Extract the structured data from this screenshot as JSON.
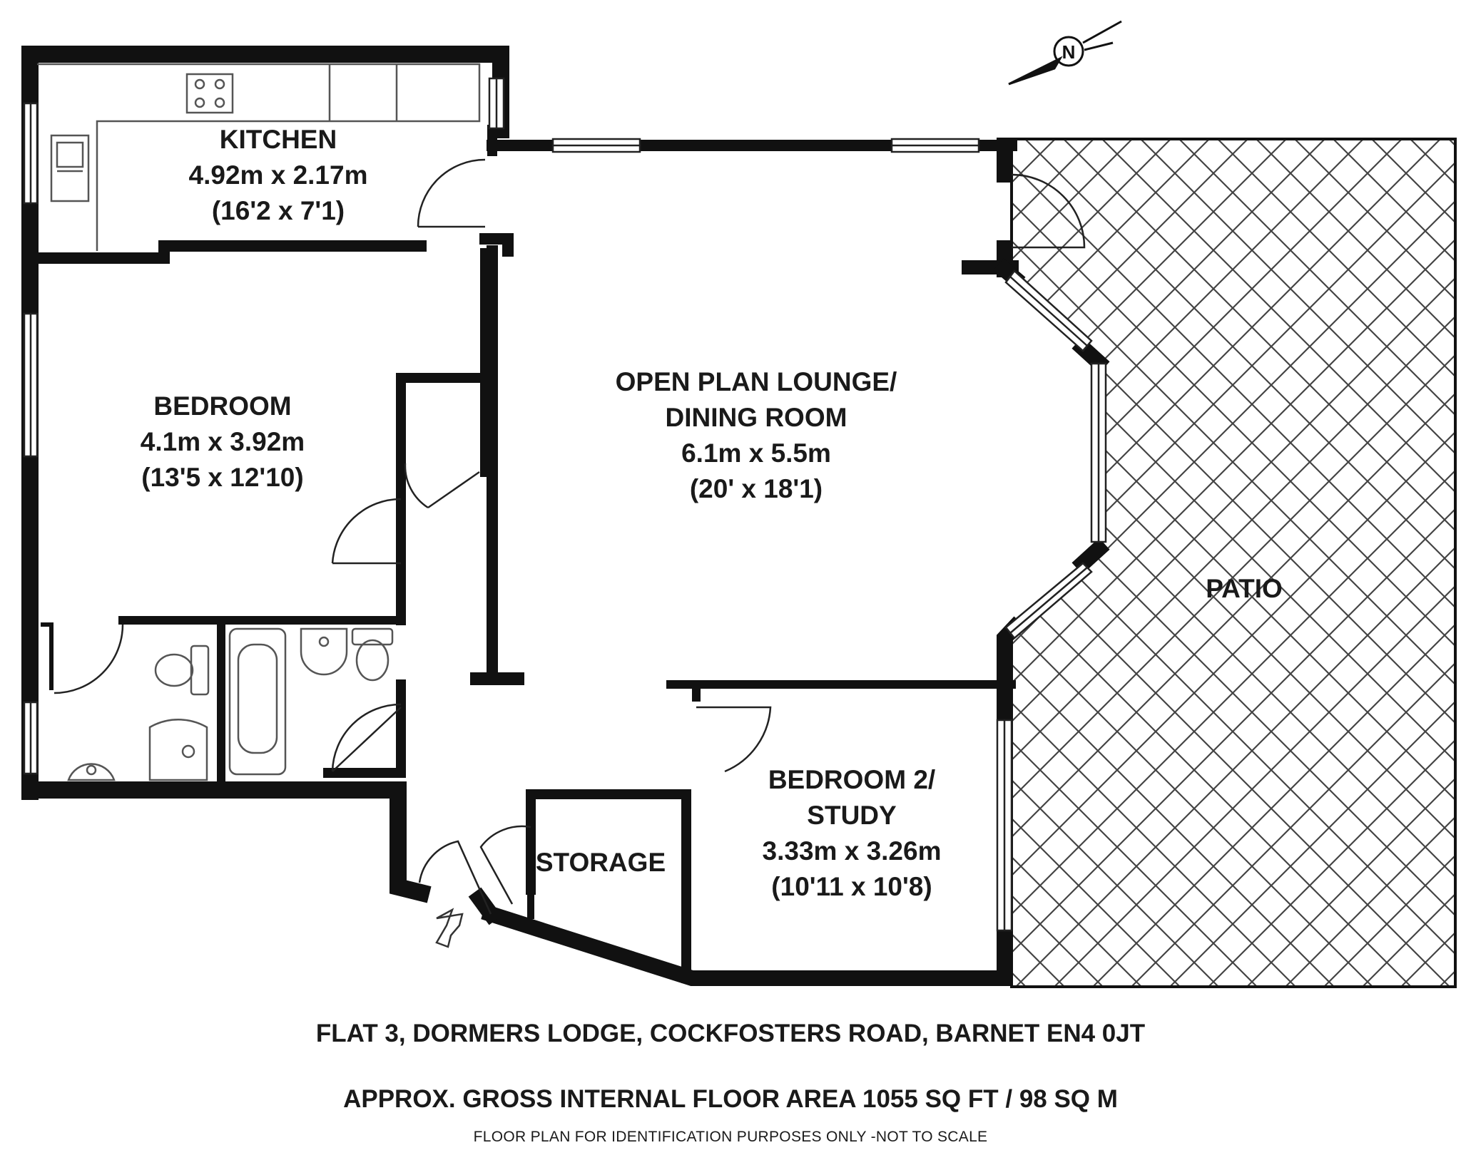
{
  "compass": {
    "letter": "N",
    "icon": "north-arrow-icon"
  },
  "rooms": {
    "kitchen": {
      "name": "KITCHEN",
      "metric": "4.92m x 2.17m",
      "imperial": "(16'2 x 7'1)"
    },
    "bedroom": {
      "name": "BEDROOM",
      "metric": "4.1m x 3.92m",
      "imperial": "(13'5 x 12'10)"
    },
    "lounge": {
      "name_line1": "OPEN PLAN LOUNGE/",
      "name_line2": "DINING ROOM",
      "metric": "6.1m x 5.5m",
      "imperial": "(20' x 18'1)"
    },
    "bedroom2": {
      "name_line1": "BEDROOM 2/",
      "name_line2": "STUDY",
      "metric": "3.33m x 3.26m",
      "imperial": "(10'11 x 10'8)"
    },
    "storage": {
      "name": "STORAGE"
    },
    "patio": {
      "name": "PATIO"
    }
  },
  "entrance": {
    "icon": "entrance-arrow-icon"
  },
  "footer": {
    "address": "FLAT 3, DORMERS LODGE, COCKFOSTERS ROAD, BARNET EN4 0JT",
    "area": "APPROX. GROSS INTERNAL FLOOR AREA 1055 SQ FT / 98 SQ M",
    "disclaimer": "FLOOR PLAN FOR IDENTIFICATION PURPOSES ONLY -NOT TO SCALE"
  },
  "colors": {
    "wall": "#111111",
    "line": "#222222",
    "fixture": "#555555",
    "background": "#ffffff"
  }
}
